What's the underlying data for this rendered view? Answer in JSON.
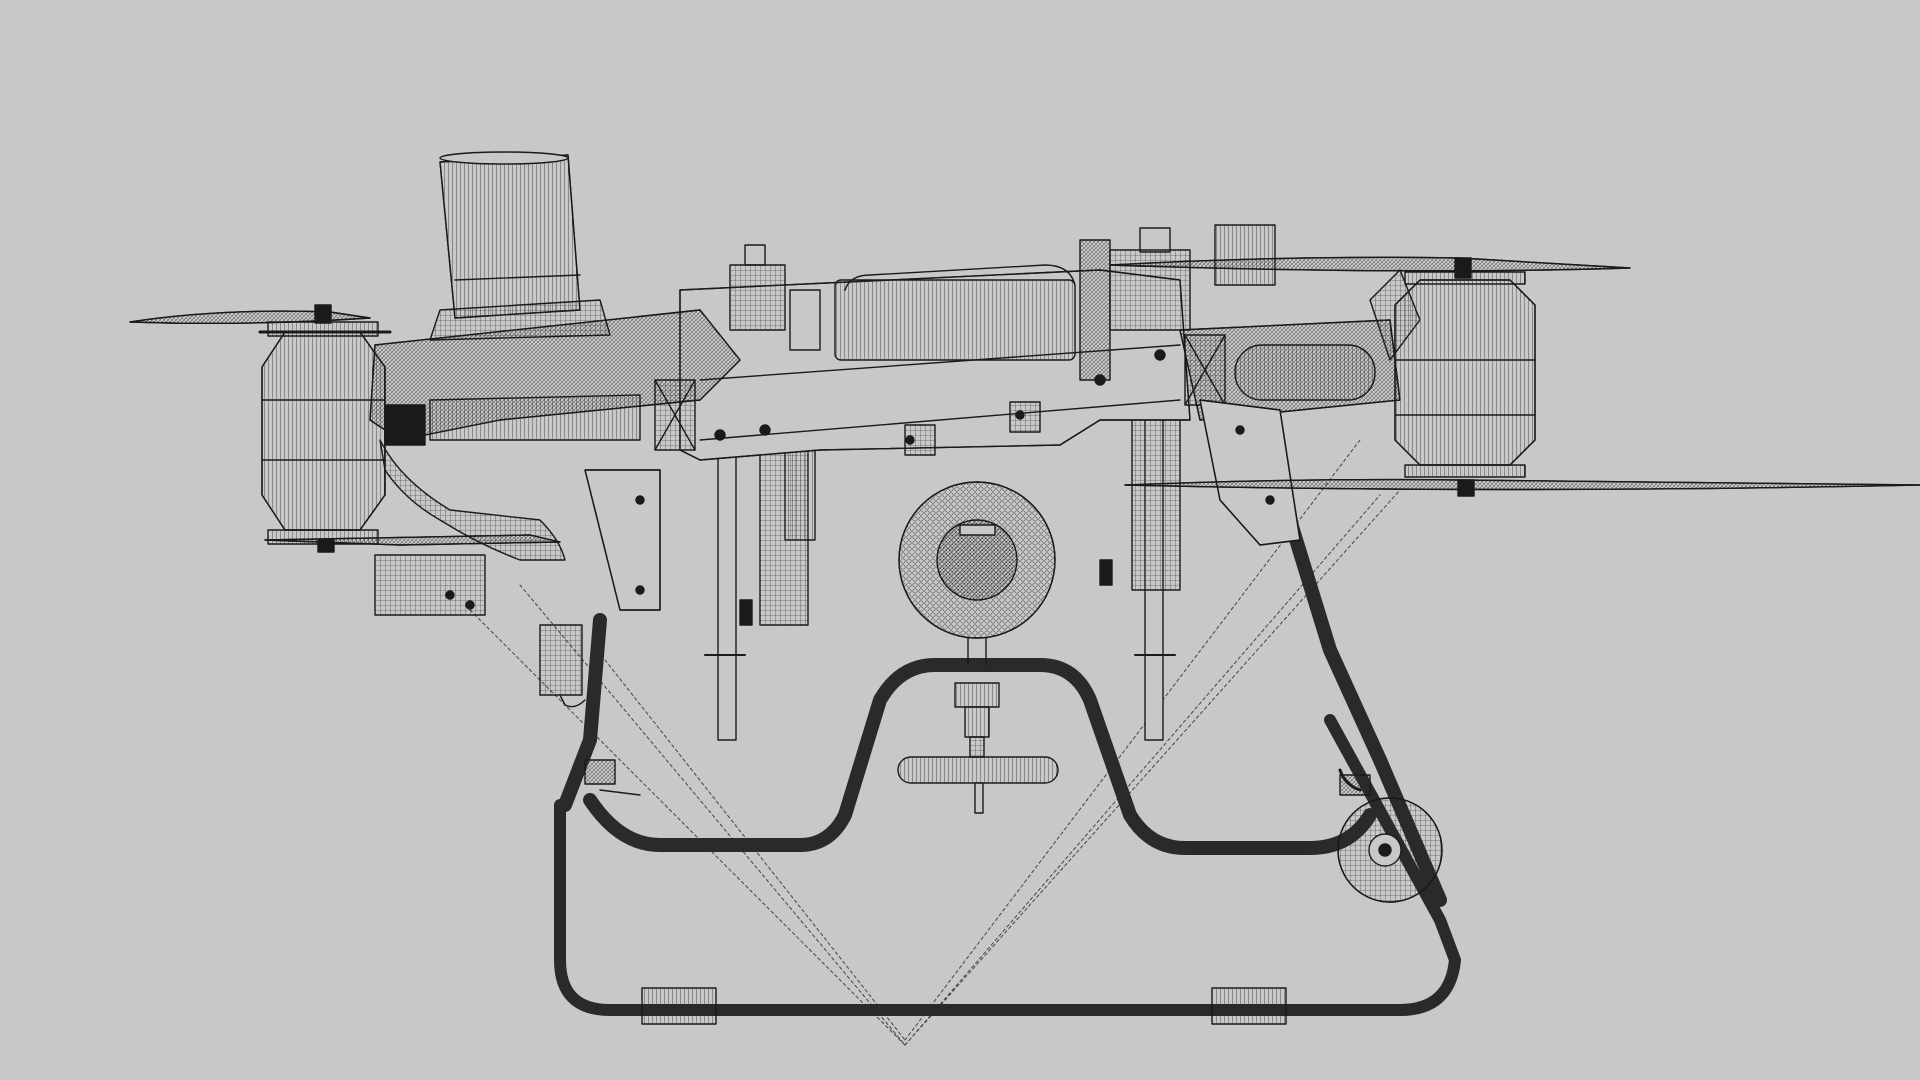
{
  "viewport": {
    "background": "#c8c8c8",
    "line_color": "#1a1a1a",
    "hatch_color": "#3a3a3a",
    "guide_color": "#4a4a4a"
  },
  "model": {
    "render_style": "wireframe",
    "view": "side-elevation",
    "subject": "agricultural-spray-drone",
    "components": [
      "left-propeller-top",
      "left-propeller-bottom",
      "left-motor",
      "right-propeller-top",
      "right-propeller-bottom",
      "right-motor",
      "exhaust-stack",
      "main-arm-left",
      "main-arm-right",
      "center-frame",
      "spray-tank",
      "pump-nozzle",
      "landing-gear-inner",
      "landing-gear-outer",
      "left-leg",
      "right-leg",
      "rear-wheel",
      "skid-sleeves",
      "guide-lines"
    ]
  }
}
